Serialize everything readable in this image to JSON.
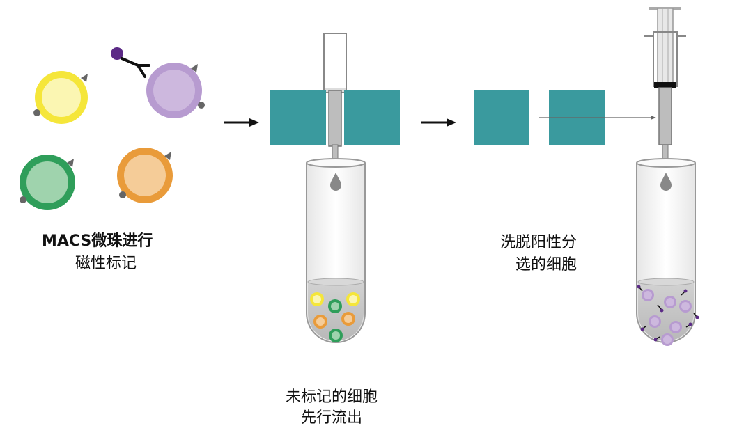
{
  "colors": {
    "magnet": "#3a9a9e",
    "cell_yellow": "#f5e63a",
    "cell_yellow_inner": "#fbf6b2",
    "cell_purple": "#b79bd0",
    "cell_purple_inner": "#cdb8de",
    "cell_green": "#2f9e5a",
    "cell_green_inner": "#9fd3ad",
    "cell_orange": "#e99b3a",
    "cell_orange_inner": "#f5cc98",
    "bead": "#666666",
    "antibody_tag": "#5b2a86",
    "liquid": "#c6c6c6"
  },
  "captions": {
    "labeling_line1": "MACS微珠进行",
    "labeling_line2": "磁性标记",
    "flowthrough_line1": "未标记的细胞",
    "flowthrough_line2": "先行流出",
    "elution_line1": "洗脱阳性分",
    "elution_line2": "选的细胞"
  }
}
